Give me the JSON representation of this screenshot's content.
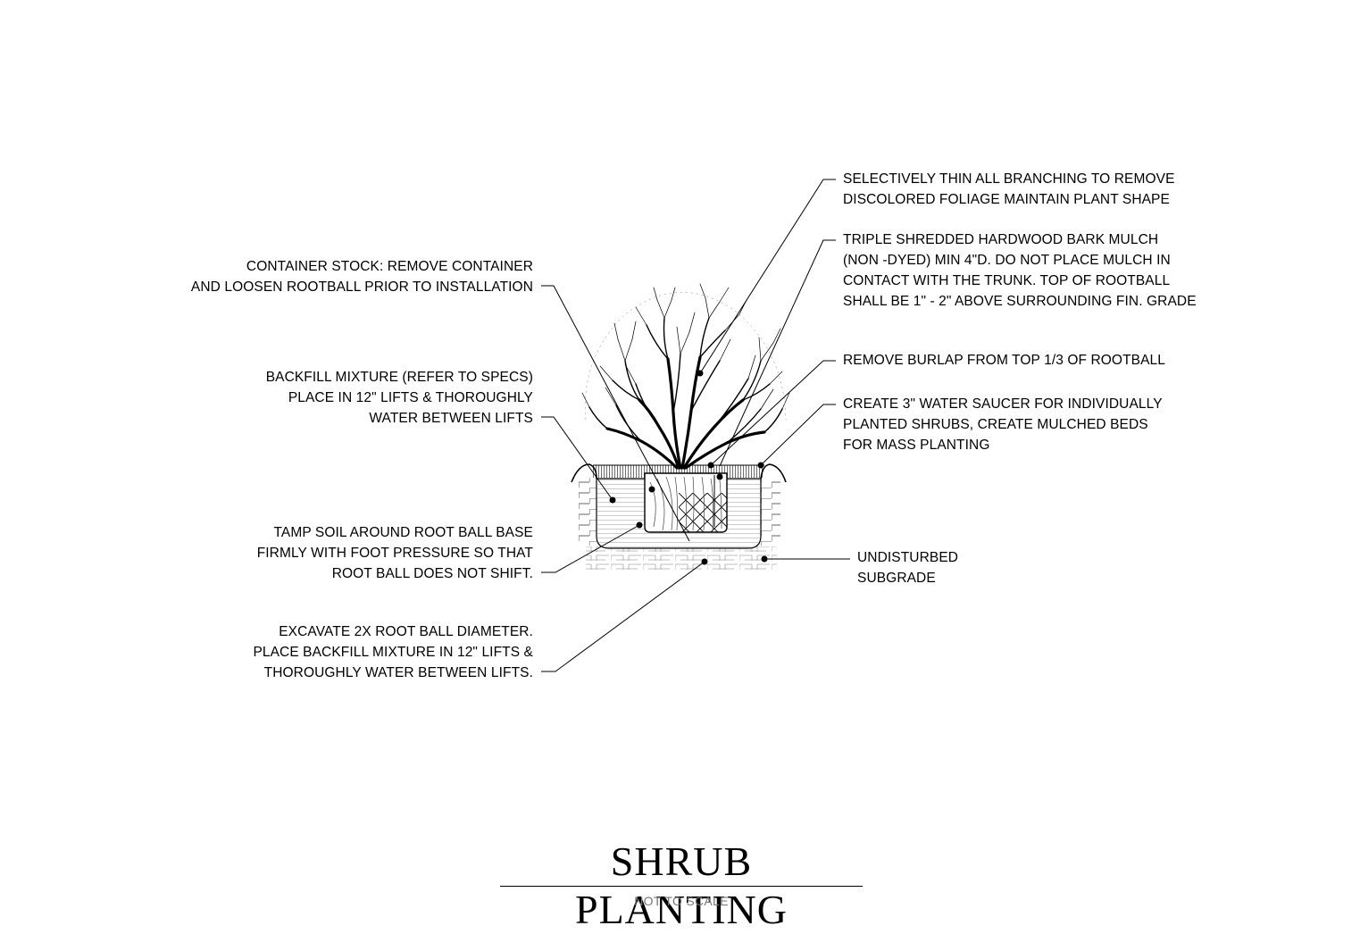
{
  "title": "SHRUB PLANTING",
  "subtitle": "NOT TO SCALE",
  "callouts_left": [
    {
      "id": "container-stock",
      "lines": [
        "CONTAINER STOCK:  REMOVE CONTAINER",
        "AND LOOSEN ROOTBALL PRIOR TO INSTALLATION"
      ]
    },
    {
      "id": "backfill-mixture",
      "lines": [
        "BACKFILL MIXTURE (REFER TO SPECS)",
        "PLACE IN 12\" LIFTS & THOROUGHLY",
        "WATER BETWEEN LIFTS"
      ]
    },
    {
      "id": "tamp-soil",
      "lines": [
        "TAMP SOIL AROUND ROOT BALL BASE",
        "FIRMLY WITH FOOT PRESSURE SO THAT",
        "ROOT BALL DOES NOT SHIFT."
      ]
    },
    {
      "id": "excavate",
      "lines": [
        "EXCAVATE 2X ROOT BALL DIAMETER.",
        "PLACE BACKFILL MIXTURE IN 12\" LIFTS &",
        "THOROUGHLY WATER BETWEEN LIFTS."
      ]
    }
  ],
  "callouts_right": [
    {
      "id": "thin-branching",
      "lines": [
        "SELECTIVELY THIN ALL BRANCHING TO REMOVE",
        "DISCOLORED FOLIAGE MAINTAIN PLANT SHAPE"
      ]
    },
    {
      "id": "bark-mulch",
      "lines": [
        "TRIPLE SHREDDED HARDWOOD BARK MULCH",
        "(NON -DYED) MIN 4\"D.  DO NOT PLACE MULCH IN",
        "CONTACT WITH THE TRUNK.  TOP OF ROOTBALL",
        "SHALL BE 1\" - 2\" ABOVE SURROUNDING FIN. GRADE"
      ]
    },
    {
      "id": "remove-burlap",
      "lines": [
        "REMOVE BURLAP FROM TOP 1/3 OF ROOTBALL"
      ]
    },
    {
      "id": "water-saucer",
      "lines": [
        "CREATE 3\" WATER SAUCER FOR INDIVIDUALLY",
        "PLANTED SHRUBS, CREATE MULCHED BEDS",
        "FOR MASS PLANTING"
      ]
    },
    {
      "id": "undisturbed-subgrade",
      "lines": [
        "UNDISTURBED",
        "SUBGRADE"
      ]
    }
  ]
}
